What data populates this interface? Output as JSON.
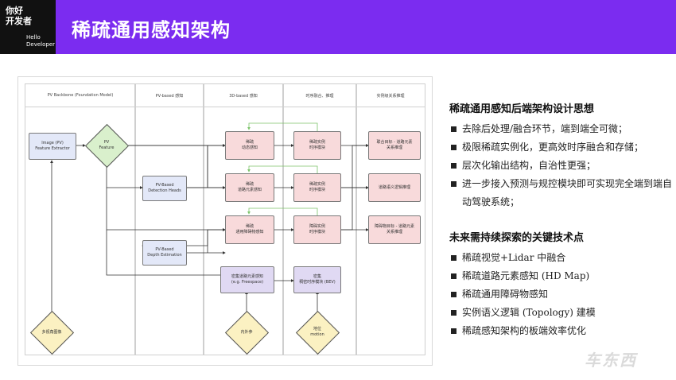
{
  "logo": {
    "line1": "你好",
    "line2": "开发者",
    "line3": "Hello",
    "line4": "Developer"
  },
  "header": {
    "title": "稀疏通用感知架构"
  },
  "diagram": {
    "lanes": [
      "PV Backbone (Foundation Model)",
      "PV-based 感知",
      "3D-based 感知",
      "时序融合、推理",
      "实例级关系推理"
    ],
    "image_box": "Image (PV)\nFeature Extractor",
    "pv_feature": "PV\nFeature",
    "pv_detection": "PV-Based\nDetection Heads",
    "pv_depth": "PV-Based\nDepth Estimation",
    "sparse_detect": "稀疏\n动态感知",
    "sparse_road": "稀疏\n道路元素感知",
    "sparse_obstacle": "稀疏\n通用障碍物感知",
    "dense_road": "密集道路元素感知\n(e.g. Freespace)",
    "temporal_1": "稀疏实例\n时序模块",
    "temporal_2": "稀疏实例\n时序模块",
    "temporal_3": "障碍实例\n时序模块",
    "dense_temporal": "密集\n稠密时序模块 (BEV)",
    "rel_1": "联合目标 - 道路元素\n关系推理",
    "rel_2": "道路语义逻辑推理",
    "rel_3": "障碍物目标 - 道路元素\n关系推理",
    "multiview": "多视角图像",
    "intrinsics": "内外参",
    "ego_motion": "地位\nmotion"
  },
  "right": {
    "section1_title": "稀疏通用感知后端架构设计思想",
    "section1_items": [
      "去除后处理/融合环节，端到端全可微；",
      "极限稀疏实例化，更高效时序融合和存储；",
      "层次化输出结构，自治性更强；",
      "进一步接入预测与规控模块即可实现完全端到端自动驾驶系统；"
    ],
    "section2_title": "未来需持续探索的关键技术点",
    "section2_items": [
      "稀疏视觉+Lidar 中融合",
      "稀疏道路元素感知 (HD Map)",
      "稀疏通用障碍物感知",
      "实例语义逻辑 (Topology) 建模",
      "稀疏感知架构的板端效率优化"
    ]
  },
  "watermark": "车东西",
  "colors": {
    "header": "#7b2cf0",
    "logo_bg": "#111111",
    "blue_box": "#e3e8f8",
    "pink_box": "#f8dadb",
    "purple_box": "#e0d9f3",
    "green_diamond": "#d9f0cc",
    "yellow_diamond": "#fbf1c2"
  }
}
